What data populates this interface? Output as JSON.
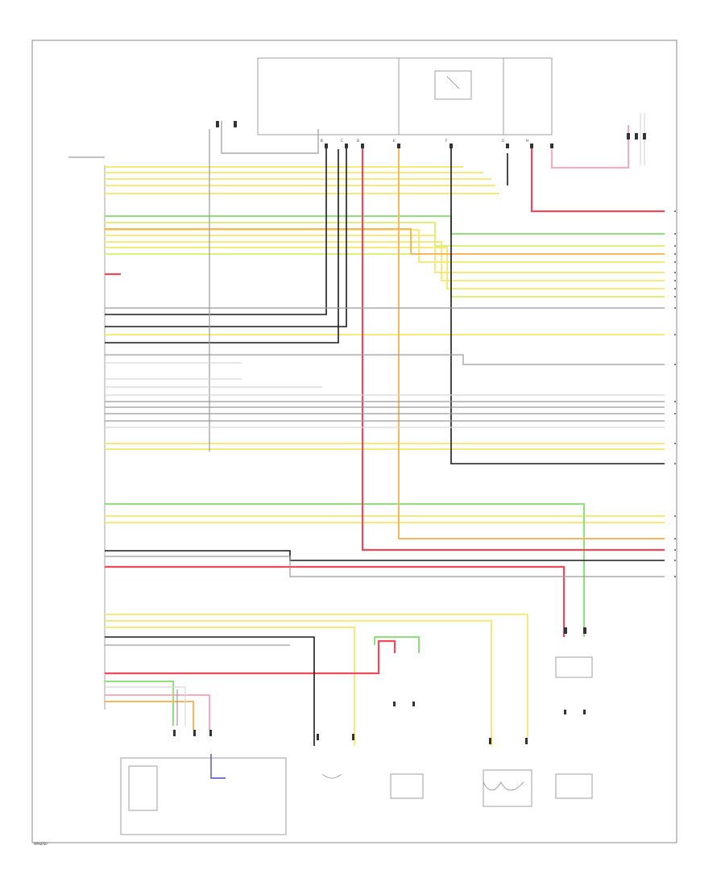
{
  "colors": {
    "yellow": "#f4e97a",
    "yellow_green": "#dff07a",
    "green": "#8fe07a",
    "orange": "#f5b860",
    "red": "#ee4a5a",
    "pink": "#f7a0b4",
    "black": "#1a1a1a",
    "gray": "#9a9a9a",
    "white": "#d8d8d8",
    "frame": "#888888"
  },
  "connectors": {
    "top_main": [
      "B",
      "C",
      "D",
      "E",
      "F",
      "G",
      "H"
    ]
  },
  "footer": {
    "code": "W9S0S0"
  }
}
